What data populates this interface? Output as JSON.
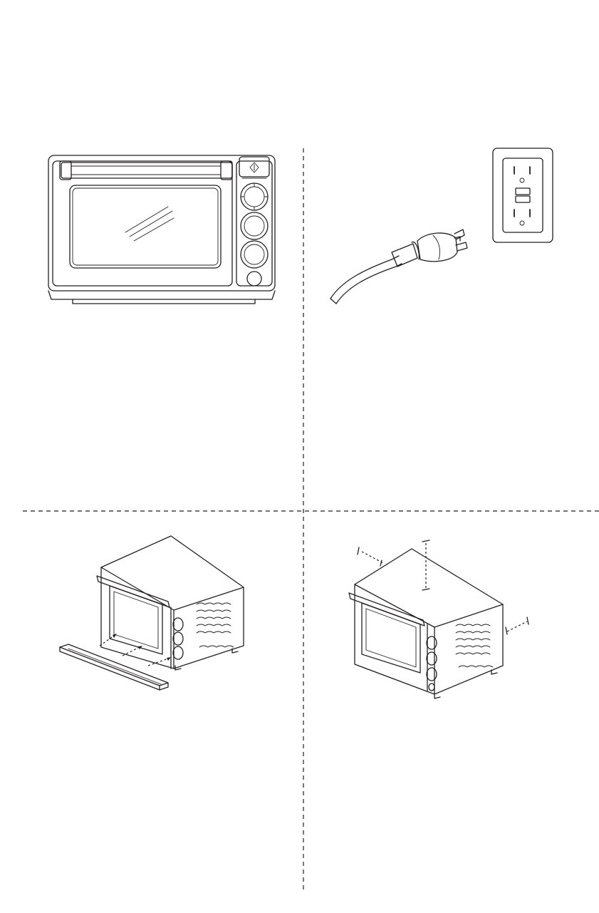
{
  "page": {
    "background": "#ffffff",
    "line_color": "#231f20"
  },
  "panels": [
    {
      "id": "oven-front",
      "icon": "toaster-oven-front-icon"
    },
    {
      "id": "plug-and-outlet",
      "icon": "power-plug-outlet-icon"
    },
    {
      "id": "crumb-tray-insert",
      "icon": "crumb-tray-insert-icon"
    },
    {
      "id": "clearance-spacing",
      "icon": "oven-clearance-icon"
    }
  ]
}
